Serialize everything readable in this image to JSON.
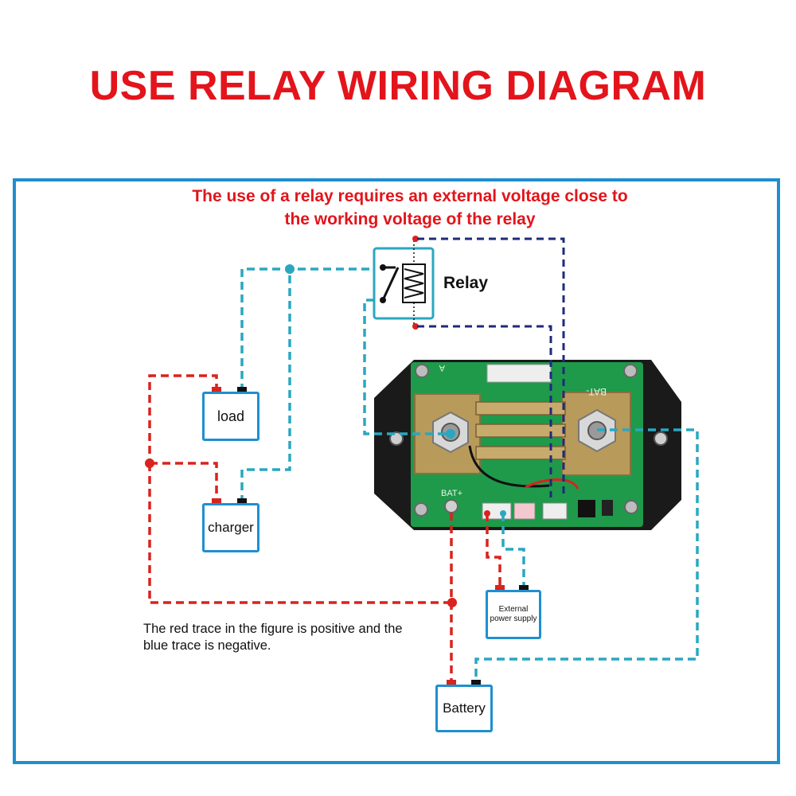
{
  "header": {
    "title": "USE RELAY WIRING DIAGRAM"
  },
  "notes": {
    "relay_voltage_line1": "The use of a relay requires an external voltage close to",
    "relay_voltage_line2": "the working voltage of the relay",
    "trace_legend_line1": "The red trace in the figure is positive and the",
    "trace_legend_line2": "blue trace is negative."
  },
  "labels": {
    "relay": "Relay",
    "load": "load",
    "charger": "charger",
    "battery": "Battery",
    "external_power_line1": "External",
    "external_power_line2": "power supply"
  },
  "board_silkscreen": {
    "bat_minus": "BAT-",
    "bat_plus": "BAT+",
    "corner": "A"
  },
  "colors": {
    "title": "#e3141b",
    "frame": "#1e8fd0",
    "positive_trace": "#d9231e",
    "negative_trace": "#2aa7c0",
    "relay_control_trace": "#1f2a7a",
    "board_green": "#1e9a4a",
    "housing": "#1a1a1a",
    "shunt_brass": "#b89a5a"
  }
}
